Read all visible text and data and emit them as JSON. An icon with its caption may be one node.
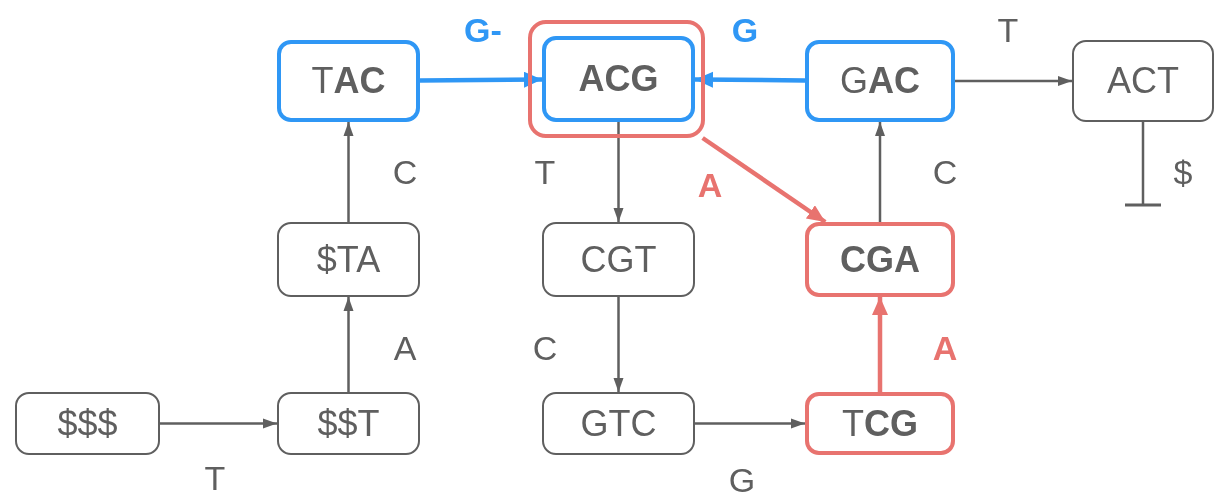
{
  "diagram": {
    "nodes": [
      {
        "text": [
          "$$$"
        ]
      },
      {
        "text": [
          "$$T"
        ]
      },
      {
        "text": [
          "$TA"
        ]
      },
      {
        "text": [
          "T**AC**"
        ]
      },
      {
        "text": [],
        "shape": "box"
      },
      {
        "text": [
          "ACG"
        ],
        "in": 4
      },
      {
        "text": [
          "CGT"
        ]
      },
      {
        "text": [
          "GTC"
        ]
      },
      {
        "text": [
          "G**AC**"
        ]
      },
      {
        "text": [
          "CGA"
        ]
      },
      {
        "text": [
          "T**CG**"
        ]
      },
      {
        "text": [
          "ACT"
        ]
      }
    ],
    "edges": [
      {
        "from": 0,
        "to": 1,
        "arrow": "to",
        "label": "T"
      },
      {
        "from": 1,
        "to": 2,
        "arrow": "to",
        "label": "A"
      },
      {
        "from": 2,
        "to": 3,
        "arrow": "to",
        "label": "C"
      },
      {
        "from": 3,
        "to": 5,
        "arrow": "to",
        "label": "G-",
        "style": "thick",
        "color": "#2f97f5"
      },
      {
        "from": 8,
        "to": 5,
        "arrow": "to",
        "label": "G",
        "style": "thick",
        "color": "#2f97f5"
      },
      {
        "from": 8,
        "to": 11,
        "arrow": "to",
        "label": "T"
      },
      {
        "from": 5,
        "to": 6,
        "arrow": "to",
        "label": "T"
      },
      {
        "from": 6,
        "to": 7,
        "arrow": "to",
        "label": "C"
      },
      {
        "from": 7,
        "to": 10,
        "arrow": "to",
        "label": "G"
      },
      {
        "from": 10,
        "to": 9,
        "arrow": "to",
        "label": "A",
        "style": "thick",
        "color": "#e8736f"
      },
      {
        "from": 9,
        "to": 8,
        "arrow": "to",
        "label": "C"
      },
      {
        "from": 4,
        "to": 9,
        "arrow": "to",
        "label": "A",
        "style": "thick",
        "color": "#e8736f"
      },
      {
        "from": 11,
        "to": null,
        "arrow": "other",
        "label": "$"
      }
    ]
  }
}
